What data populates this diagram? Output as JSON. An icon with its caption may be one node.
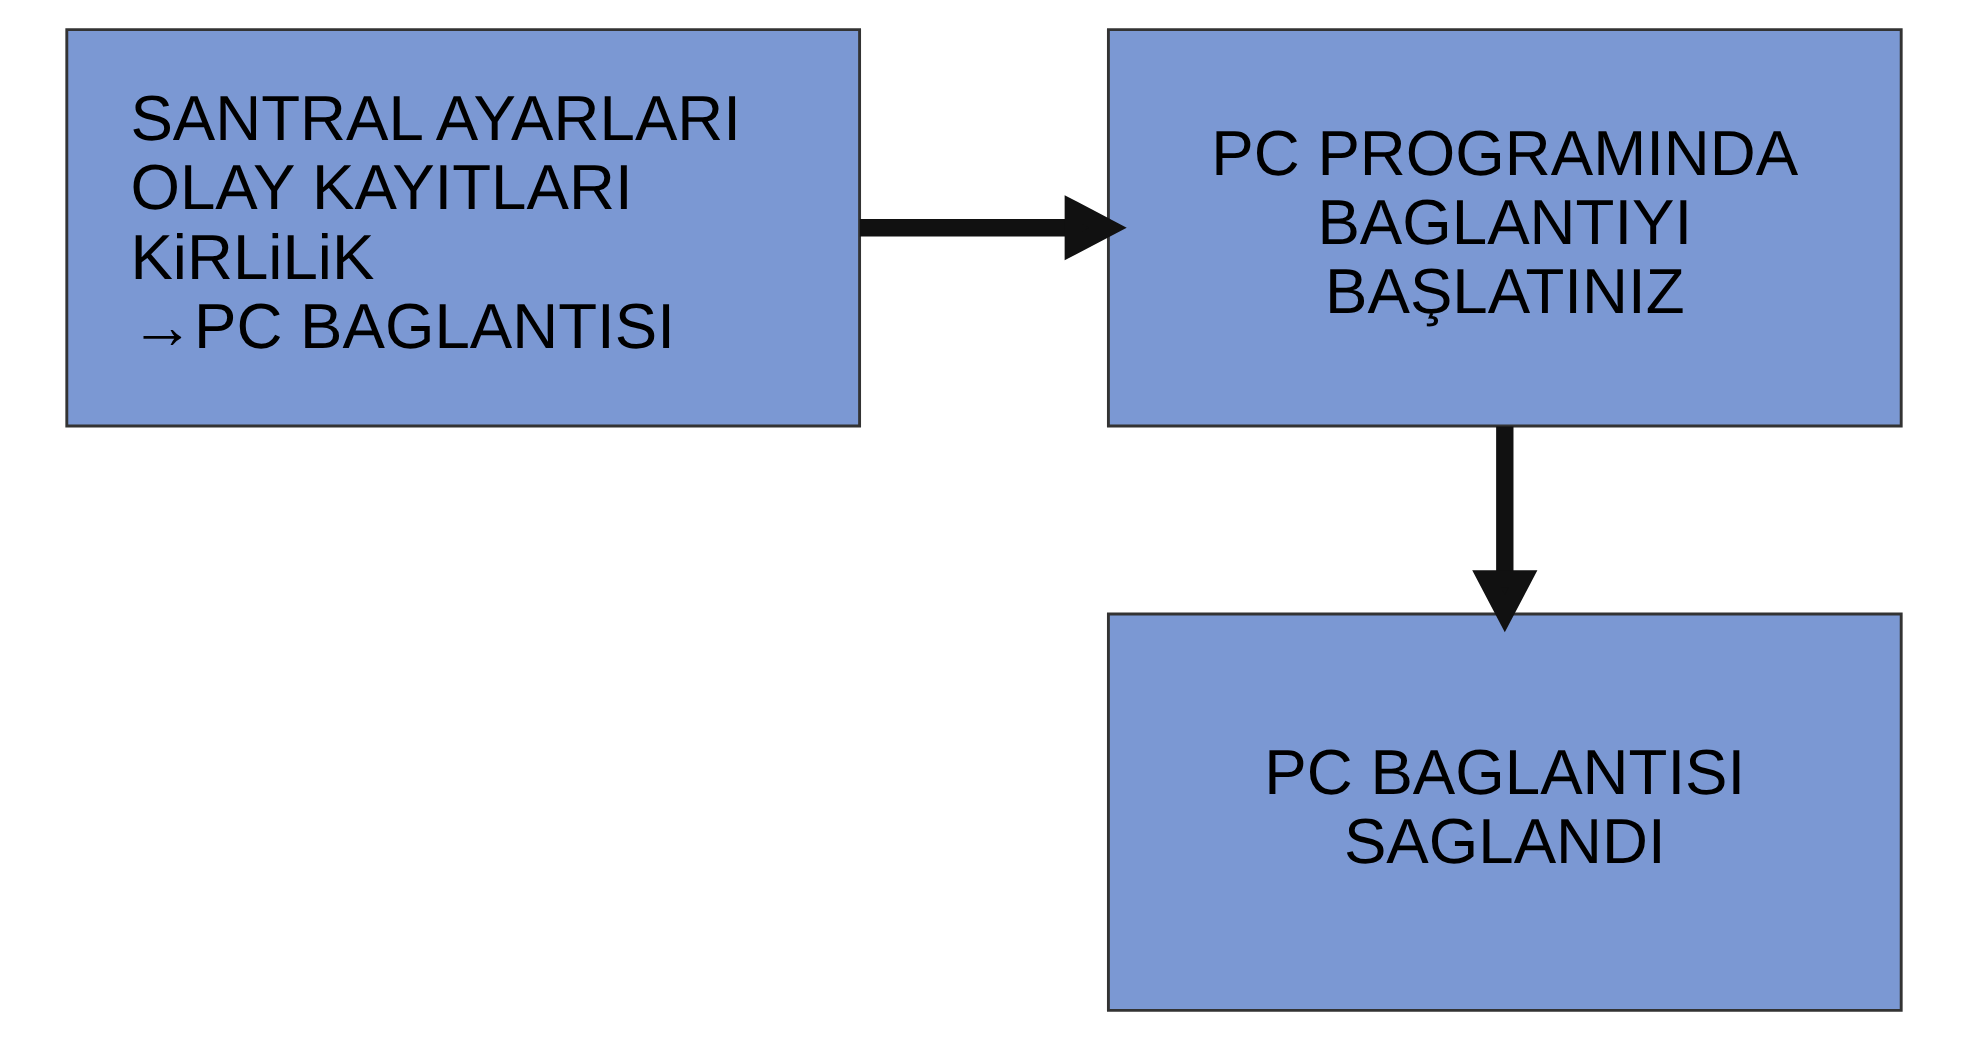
{
  "diagram": {
    "nodes": [
      {
        "text": [
          "SANTRAL AYARLARI",
          "OLAY KAYITLARI",
          "KiRLiLiK",
          "→PC BAGLANTISI"
        ]
      },
      {
        "text": [
          "PC PROGRAMINDA BAGLANTIYI BAŞLATINIZ"
        ]
      },
      {
        "text": [
          "PC BAGLANTISI SAGLANDI"
        ]
      }
    ],
    "edges": [
      {
        "from": 0,
        "to": 1,
        "arrow": "to"
      },
      {
        "from": 1,
        "to": 2,
        "arrow": "to"
      }
    ]
  }
}
